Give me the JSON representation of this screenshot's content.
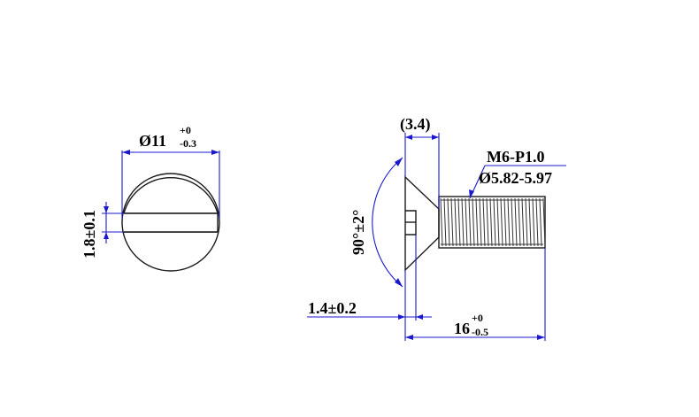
{
  "front_view": {
    "head_diameter_main": "Ø11",
    "head_diameter_tol_upper": "+0",
    "head_diameter_tol_lower": "-0.3",
    "slot_width": "1.8±0.1"
  },
  "side_view": {
    "head_height": "(3.4)",
    "thread_spec": "M6-P1.0",
    "thread_major_diameter": "Ø5.82-5.97",
    "head_angle": "90°±2°",
    "slot_depth": "1.4±0.2",
    "length_main": "16",
    "length_tol_upper": "+0",
    "length_tol_lower": "-0.5"
  }
}
